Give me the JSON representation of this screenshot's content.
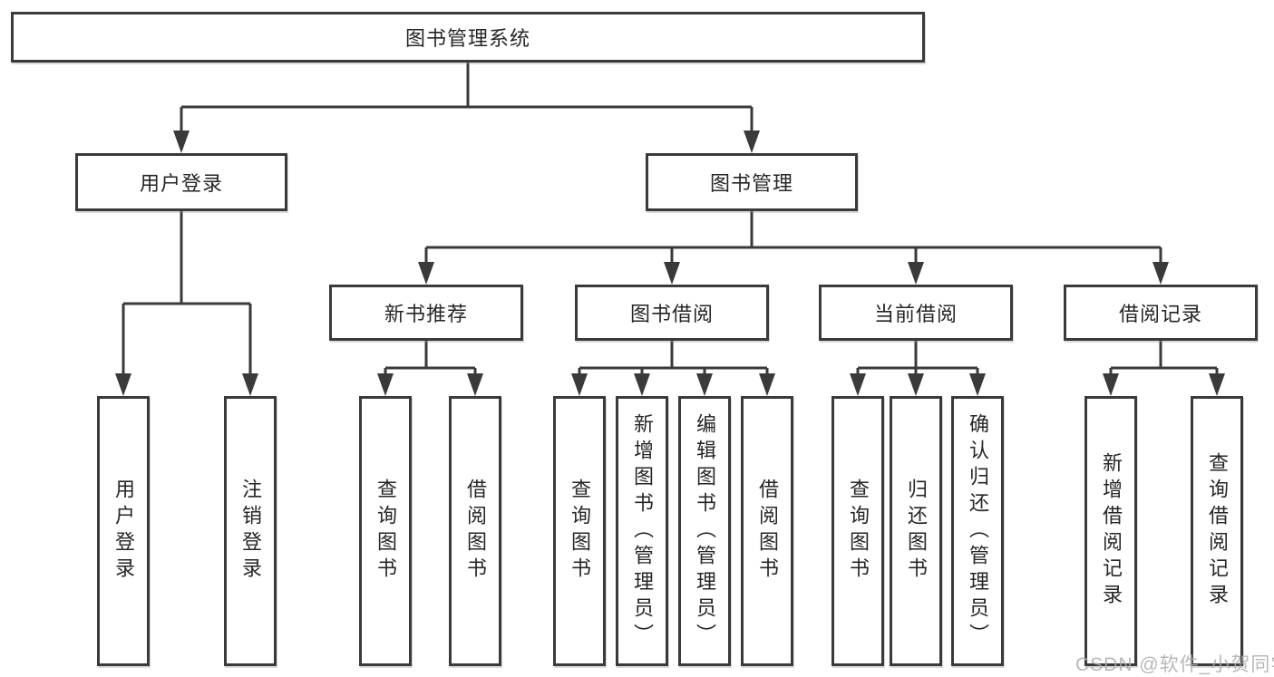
{
  "diagram": {
    "type": "hierarchy-tree",
    "colors": {
      "line": "#3a3a3a",
      "box_border": "#3a3a3a",
      "box_fill": "#ffffff",
      "text": "#262626",
      "background": "#ffffff",
      "watermark": "#acacac"
    },
    "tree": {
      "root": {
        "label": "图书管理系统"
      },
      "branches": [
        {
          "label": "用户登录",
          "children": [
            {
              "label": "用户登录"
            },
            {
              "label": "注销登录"
            }
          ]
        },
        {
          "label": "图书管理",
          "children": [
            {
              "label": "新书推荐",
              "children": [
                {
                  "label": "查询图书"
                },
                {
                  "label": "借阅图书"
                }
              ]
            },
            {
              "label": "图书借阅",
              "children": [
                {
                  "label": "查询图书"
                },
                {
                  "label": "新增图书（管理员）"
                },
                {
                  "label": "编辑图书（管理员）"
                },
                {
                  "label": "借阅图书"
                }
              ]
            },
            {
              "label": "当前借阅",
              "children": [
                {
                  "label": "查询图书"
                },
                {
                  "label": "归还图书"
                },
                {
                  "label": "确认归还（管理员）"
                }
              ]
            },
            {
              "label": "借阅记录",
              "children": [
                {
                  "label": "新增借阅记录"
                },
                {
                  "label": "查询借阅记录"
                }
              ]
            }
          ]
        }
      ]
    }
  },
  "watermark": {
    "text": "CSDN @软件_小贺同学"
  }
}
